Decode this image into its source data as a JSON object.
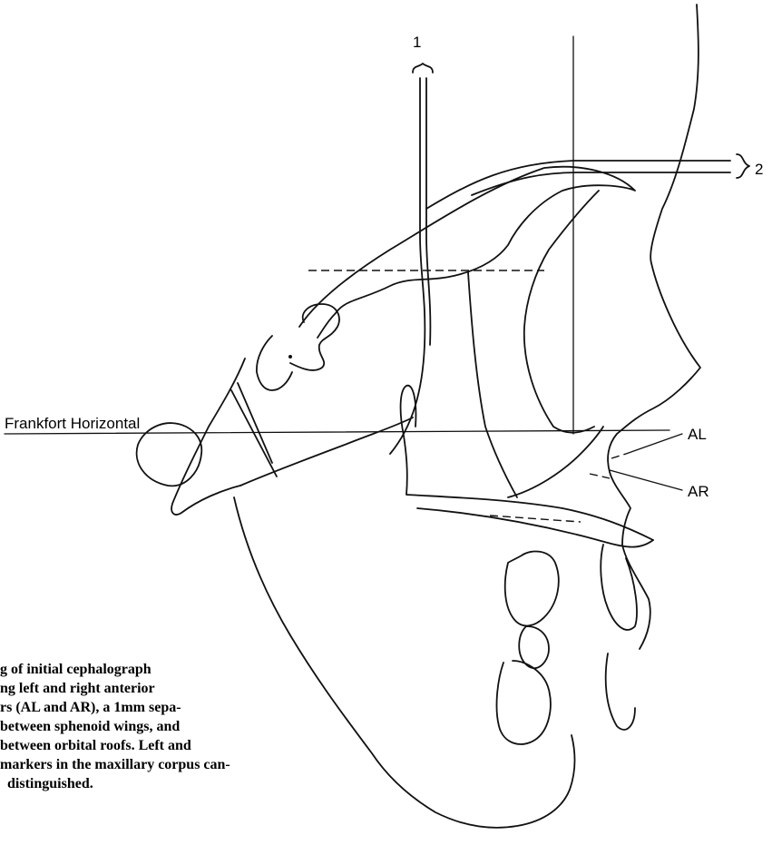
{
  "labels": {
    "marker1": "1",
    "marker2": "2",
    "frankfort": "Frankfort Horizontal",
    "al": "AL",
    "ar": "AR"
  },
  "caption": [
    "g  of  initial  cephalograph",
    "ng  left  and  right  anterior",
    "rs (AL and AR), a 1mm sepa-",
    " between sphenoid wings, and",
    "between  orbital  roofs.  Left  and",
    "markers in the maxillary corpus can-",
    "distinguished."
  ]
}
